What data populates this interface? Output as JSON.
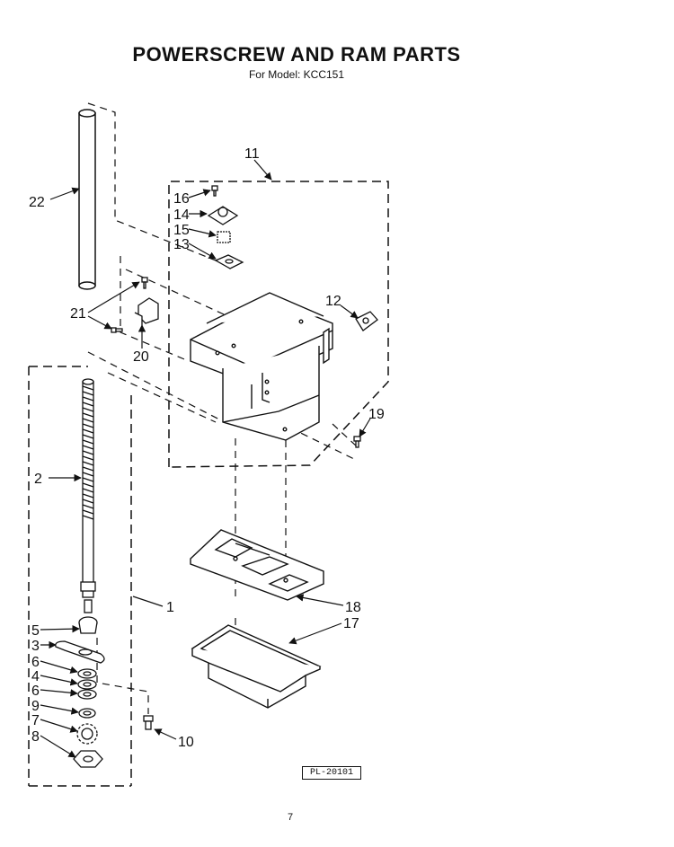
{
  "title": "POWERSCREW AND RAM PARTS",
  "subtitle": "For Model: KCC151",
  "part_code": "PL-20101",
  "page_number": "7",
  "callouts": {
    "c1": "1",
    "c2": "2",
    "c3": "3",
    "c4": "4",
    "c5": "5",
    "c6a": "6",
    "c6b": "6",
    "c7": "7",
    "c8": "8",
    "c9": "9",
    "c10": "10",
    "c11": "11",
    "c12": "12",
    "c13": "13",
    "c14": "14",
    "c15": "15",
    "c16": "16",
    "c17": "17",
    "c18": "18",
    "c19": "19",
    "c20": "20",
    "c21": "21",
    "c22": "22"
  }
}
